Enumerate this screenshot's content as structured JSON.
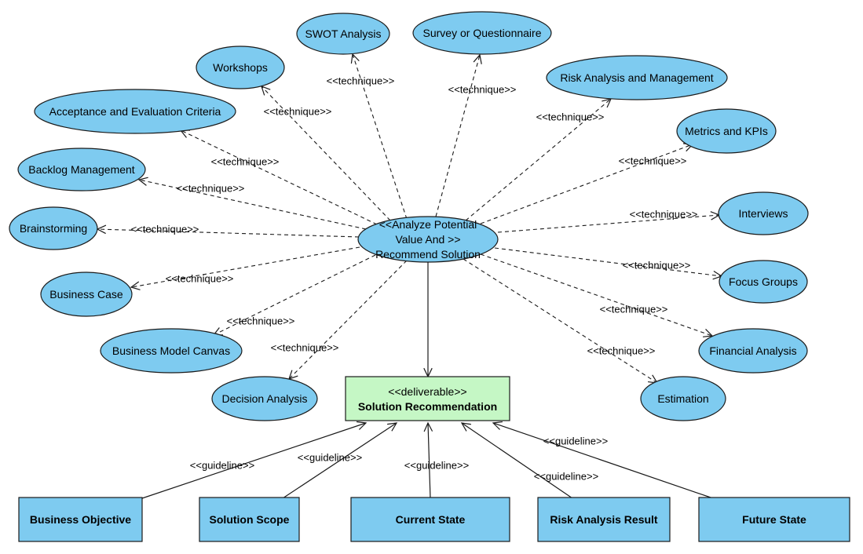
{
  "center": {
    "lines": [
      "<<Analyze Potential",
      "Value And >>",
      "Recommend Solution"
    ]
  },
  "techniques": [
    {
      "id": "workshops",
      "label": "Workshops"
    },
    {
      "id": "swot",
      "label": "SWOT Analysis"
    },
    {
      "id": "survey",
      "label": "Survey or Questionnaire"
    },
    {
      "id": "risk",
      "label": "Risk Analysis and Management"
    },
    {
      "id": "metrics",
      "label": "Metrics and KPIs"
    },
    {
      "id": "acceptance",
      "label": "Acceptance and Evaluation Criteria"
    },
    {
      "id": "backlog",
      "label": "Backlog Management"
    },
    {
      "id": "brainstorming",
      "label": "Brainstorming"
    },
    {
      "id": "business-case",
      "label": "Business Case"
    },
    {
      "id": "bmc",
      "label": "Business Model Canvas"
    },
    {
      "id": "decision",
      "label": "Decision Analysis"
    },
    {
      "id": "interviews",
      "label": "Interviews"
    },
    {
      "id": "focus",
      "label": "Focus Groups"
    },
    {
      "id": "financial",
      "label": "Financial Analysis"
    },
    {
      "id": "estimation",
      "label": "Estimation"
    }
  ],
  "technique_stereotype": "<<technique>>",
  "deliverable": {
    "stereotype": "<<deliverable>>",
    "name": "Solution Recommendation"
  },
  "guidelines": [
    {
      "id": "business-objective",
      "label": "Business Objective"
    },
    {
      "id": "solution-scope",
      "label": "Solution Scope"
    },
    {
      "id": "current-state",
      "label": "Current State"
    },
    {
      "id": "risk-analysis-result",
      "label": "Risk Analysis Result"
    },
    {
      "id": "future-state",
      "label": "Future State"
    }
  ],
  "guideline_stereotype": "<<guideline>>",
  "colors": {
    "ellipse_fill": "#7ecbf0",
    "box_fill": "#7ecbf0",
    "deliverable_fill": "#c5f7c5",
    "stroke": "#1a1a1a"
  }
}
